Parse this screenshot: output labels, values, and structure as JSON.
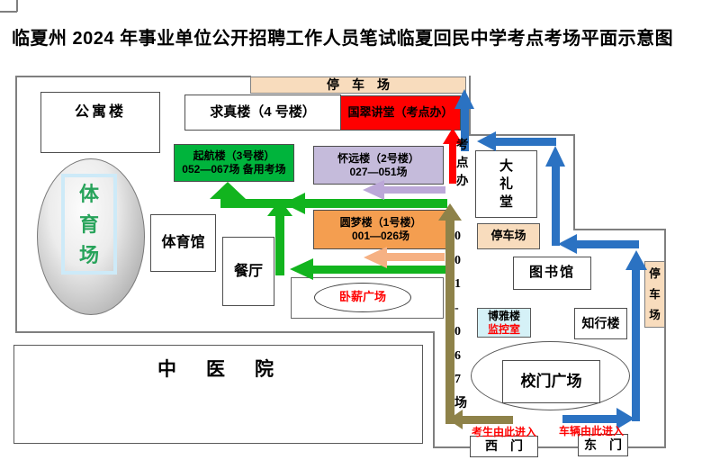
{
  "title": "临夏州 2024 年事业单位公开招聘工作人员笔试临夏回民中学考点考场平面示意图",
  "colors": {
    "blue": "#2b72c2",
    "green": "#12b41e",
    "greenbox": "#00b43c",
    "red": "#ff0000",
    "redtext": "#ff0000",
    "orangebox": "#f49e50",
    "orangearrow": "#f6b183",
    "purplebox": "#c5bbdb",
    "purplearrow": "#bca8d8",
    "khaki": "#8e8249",
    "tan": "#f8dcbd",
    "cyan": "#d5f1f7",
    "paleblue": "#cdeaf8",
    "stadiumgreen": "#27a35a"
  },
  "areas": {
    "parking_top": "停　车　场",
    "parking_small": "停车场",
    "parking_right": "停车场"
  },
  "buildings": {
    "apartment": "公寓楼",
    "qiuzhen": "求真楼（4 号楼）",
    "guocui": "国翠讲堂（考点办）",
    "qihang_name": "起航楼（3号楼）",
    "qihang_sessions": "052—067场 备用考场",
    "huaiyuan_name": "怀远楼（2号楼）",
    "huaiyuan_sessions": "027—051场",
    "yuanmeng_name": "圆梦楼（1号楼）",
    "yuanmeng_sessions": "001—026场",
    "gym": "体育馆",
    "dining": "餐厅",
    "stadium": "体育场",
    "auditorium": "大礼堂",
    "library": "图书馆",
    "boya_name": "博雅楼",
    "boya_note": "监控室",
    "zhixing": "知行楼",
    "tcm_hospital": "中　医　院"
  },
  "plazas": {
    "woxin": "卧薪广场",
    "school_gate": "校门广场"
  },
  "gates": {
    "west": "西　门",
    "east": "东　门"
  },
  "annotations": {
    "exam_office": "考点办",
    "session_route": "001-067场",
    "candidates_entry": "考生由此进入",
    "vehicles_entry": "车辆由此进入"
  }
}
